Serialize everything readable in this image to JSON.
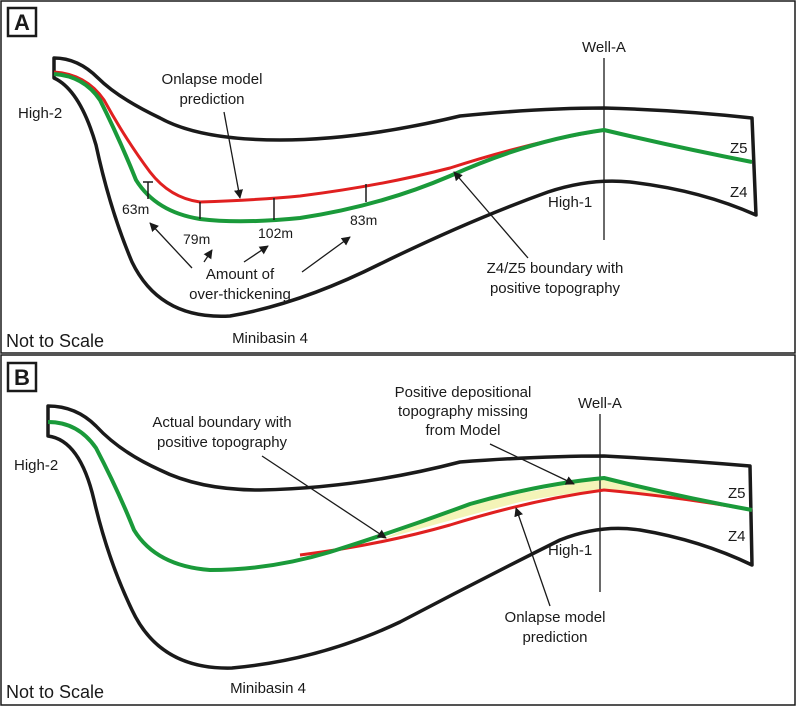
{
  "panel_a": {
    "letter": "A",
    "well": "Well-A",
    "high2": "High-2",
    "high1": "High-1",
    "z5": "Z5",
    "z4": "Z4",
    "onlapse_line1": "Onlapse model",
    "onlapse_line2": "prediction",
    "m63": "63m",
    "m79": "79m",
    "m102": "102m",
    "m83": "83m",
    "amount_line1": "Amount of",
    "amount_line2": "over-thickening",
    "boundary_line1": "Z4/Z5 boundary with",
    "boundary_line2": "positive topography",
    "minibasin": "Minibasin 4",
    "not_to_scale": "Not to Scale"
  },
  "panel_b": {
    "letter": "B",
    "well": "Well-A",
    "high2": "High-2",
    "high1": "High-1",
    "z5": "Z5",
    "z4": "Z4",
    "actual_line1": "Actual boundary with",
    "actual_line2": "positive topography",
    "positive_line1": "Positive depositional",
    "positive_line2": "topography missing",
    "positive_line3": "from Model",
    "onlapse_line1": "Onlapse model",
    "onlapse_line2": "prediction",
    "minibasin": "Minibasin 4",
    "not_to_scale": "Not to Scale"
  },
  "colors": {
    "outline": "#1a1a1a",
    "green_boundary": "#1a9a3a",
    "red_prediction": "#e02020",
    "highlight_fill": "#f4f4b8"
  }
}
